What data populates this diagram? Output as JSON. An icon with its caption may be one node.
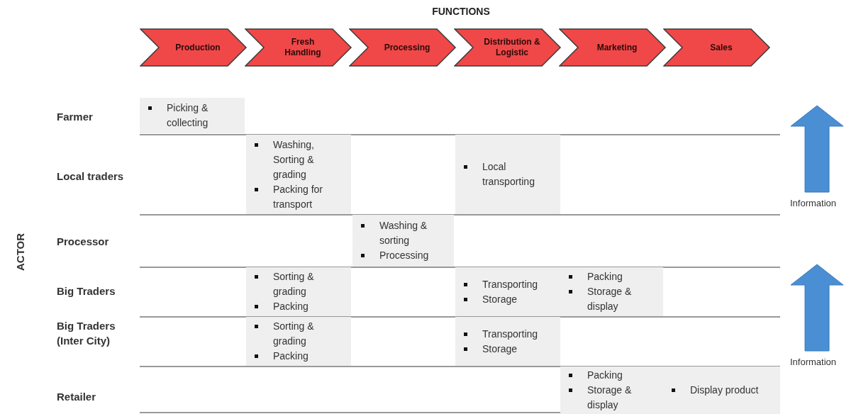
{
  "diagram": {
    "title": "FUNCTIONS",
    "nodes": [
      {
        "text": [
          "Production"
        ]
      },
      {
        "text": [
          "Fresh Handling"
        ]
      },
      {
        "text": [
          "Processing"
        ]
      },
      {
        "text": [
          "Distribution & Logistic"
        ]
      },
      {
        "text": [
          "Marketing"
        ]
      },
      {
        "text": [
          "Sales"
        ]
      },
      {
        "text": [
          "Picking & collecting"
        ]
      },
      {
        "text": [
          "Washing, Sorting & grading",
          "Packing for transport"
        ]
      },
      {
        "text": [
          "Local transporting"
        ]
      },
      {
        "text": [
          "Washing & sorting",
          "Processing"
        ]
      },
      {
        "text": [
          "Sorting & grading",
          "Packing"
        ]
      },
      {
        "text": [
          "Transporting",
          "Storage"
        ]
      },
      {
        "text": [
          "Packing",
          "Storage & display"
        ]
      },
      {
        "text": [
          "Sorting & grading",
          "Packing"
        ]
      },
      {
        "text": [
          "Transporting",
          "Storage"
        ]
      },
      {
        "text": [
          "Packing",
          "Storage & display"
        ]
      },
      {
        "text": [
          "Display product"
        ]
      }
    ],
    "labels": [
      "Farmer",
      "Local traders",
      "Information",
      "ACTOR",
      "Processor",
      "Big Traders",
      "Big Traders (Inter City)",
      "Information",
      "Retailer"
    ]
  }
}
